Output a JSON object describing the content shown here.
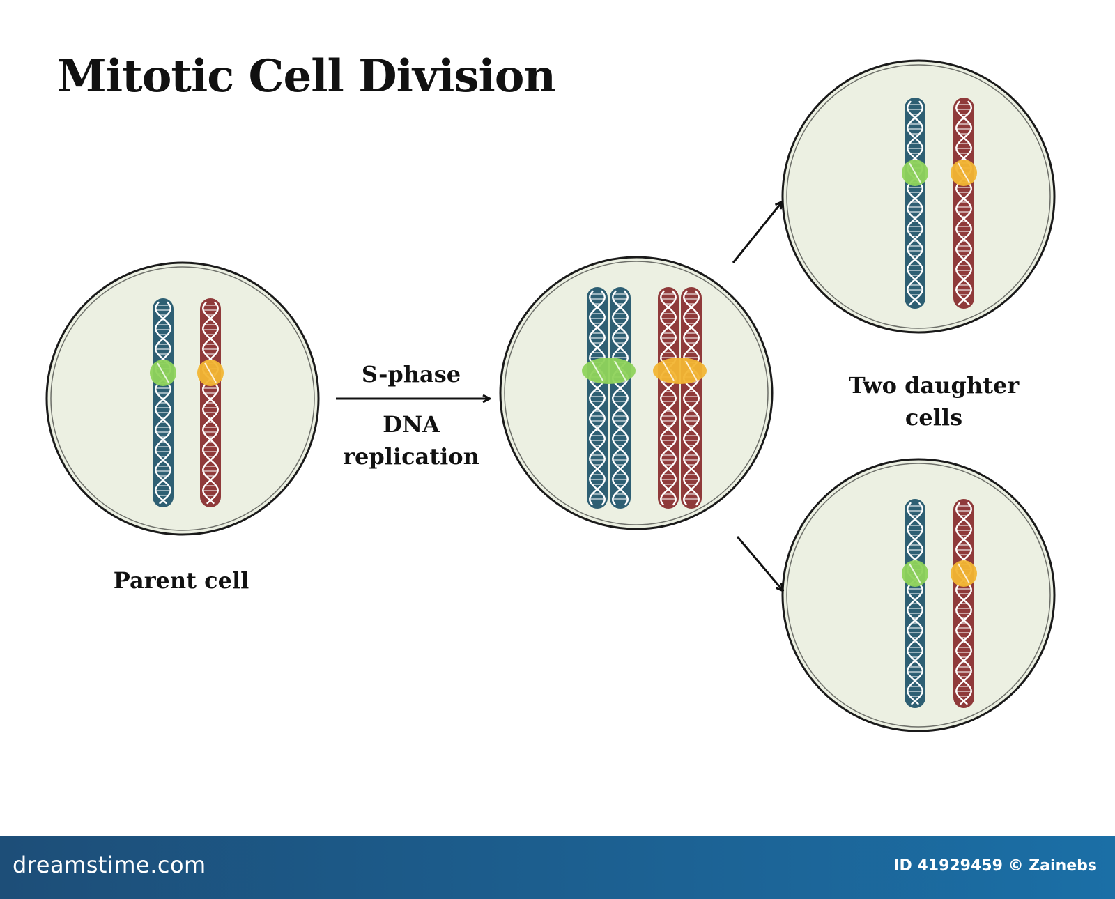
{
  "diagram": {
    "title": "Mitotic Cell Division",
    "labels": {
      "parent_cell": "Parent cell",
      "arrow_top": "S-phase",
      "arrow_bottom_line1": "DNA",
      "arrow_bottom_line2": "replication",
      "daughters_line1": "Two daughter",
      "daughters_line2": "cells"
    },
    "colors": {
      "cell_fill": "#ecf0e2",
      "cell_outline": "#1a1a1a",
      "chromosome_blue": "#2e5f73",
      "chromosome_red": "#8f3a3a",
      "helix": "#ffffff",
      "centromere_green": "#8fd35b",
      "centromere_orange": "#f2b533"
    },
    "cells": [
      {
        "id": "parent-cell",
        "chromatids_per_chromosome": 1
      },
      {
        "id": "replicated-cell",
        "chromatids_per_chromosome": 2
      },
      {
        "id": "daughter-cell-top",
        "chromatids_per_chromosome": 1
      },
      {
        "id": "daughter-cell-bottom",
        "chromatids_per_chromosome": 1
      }
    ]
  },
  "footer": {
    "brand": "dreamstime.com",
    "credit": "ID 41929459 © Zainebs"
  }
}
